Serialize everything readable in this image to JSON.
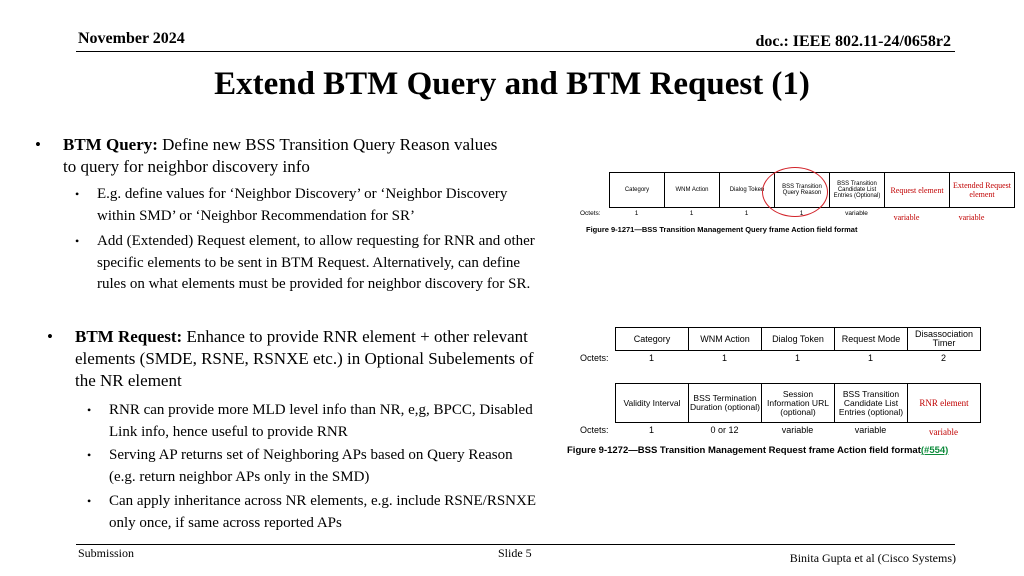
{
  "header": {
    "date": "November 2024",
    "doc": "doc.: IEEE 802.11-24/0658r2"
  },
  "title": "Extend BTM Query and BTM Request (1)",
  "bullets": {
    "query": {
      "bold": "BTM Query:",
      "text": " Define new BSS Transition Query Reason values to query for neighbor discovery info",
      "subs": [
        "E.g. define values for ‘Neighbor Discovery’ or ‘Neighbor Discovery within SMD’  or ‘Neighbor Recommendation for SR’",
        "Add (Extended) Request element, to allow requesting for RNR and other specific elements to be sent in BTM Request. Alternatively, can define rules on what elements must be provided for neighbor discovery for SR."
      ]
    },
    "request": {
      "bold": "BTM Request:",
      "text": " Enhance to provide RNR element + other relevant elements (SMDE, RSNE, RSNXE etc.) in Optional Subelements of the NR element",
      "subs": [
        "RNR can provide more MLD level info than NR, e,g, BPCC, Disabled Link info, hence useful to provide RNR",
        "Serving AP returns set of Neighboring APs based on Query Reason (e.g. return neighbor APs only in the SMD)",
        "Can apply inheritance across NR elements, e.g. include RSNE/RSNXE only once, if same across reported APs"
      ]
    }
  },
  "figure1": {
    "fields": [
      "Category",
      "WNM Action",
      "Dialog Token",
      "BSS Transition Query Reason",
      "BSS Transition Candidate List Entries (Optional)",
      "Request element",
      "Extended Request element"
    ],
    "octets_label": "Octets:",
    "octets": [
      "1",
      "1",
      "1",
      "1",
      "variable",
      "variable",
      "variable"
    ],
    "caption": "Figure 9-1271—BSS Transition Management Query frame Action field format"
  },
  "figure2": {
    "row1_fields": [
      "Category",
      "WNM Action",
      "Dialog Token",
      "Request Mode",
      "Disassociation Timer"
    ],
    "row1_octets": [
      "1",
      "1",
      "1",
      "1",
      "2"
    ],
    "row2_fields": [
      "Validity Interval",
      "BSS Termination Duration (optional)",
      "Session Information URL (optional)",
      "BSS Transition Candidate List Entries (optional)",
      "RNR element"
    ],
    "row2_octets": [
      "1",
      "0 or 12",
      "variable",
      "variable",
      "variable"
    ],
    "octets_label": "Octets:",
    "caption": "Figure 9-1272—BSS Transition Management Request frame Action field format",
    "caption_link": "(#554)"
  },
  "footer": {
    "left": "Submission",
    "mid": "Slide 5",
    "right": "Binita Gupta et al (Cisco Systems)"
  }
}
